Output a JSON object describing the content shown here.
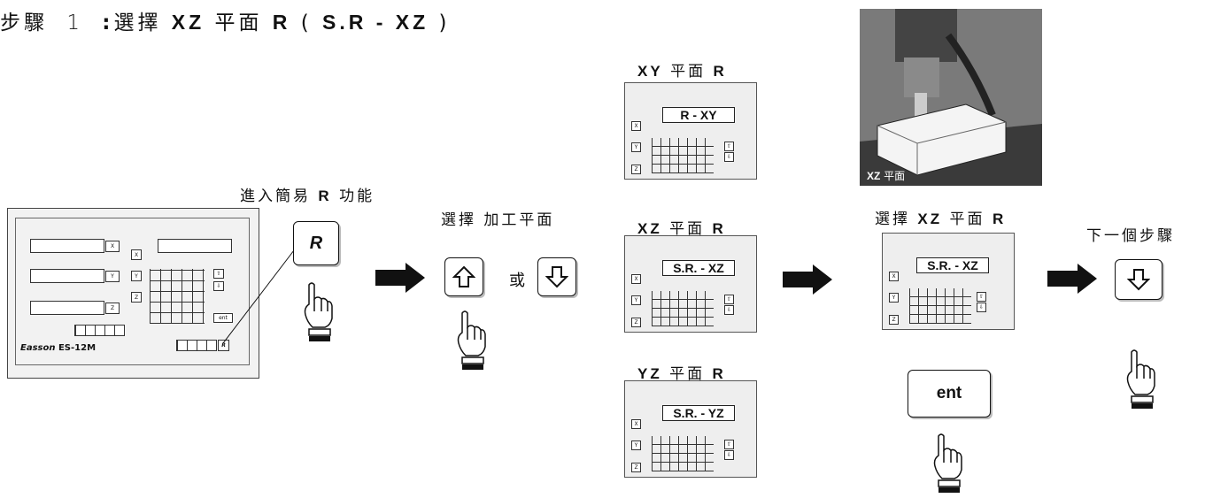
{
  "title": {
    "step": "步驟",
    "num": "1",
    "colon": ":",
    "action": "選擇",
    "plane": "XZ",
    "plane_word": "平面",
    "r": "R",
    "paren_open": "(",
    "code": "S.R - XZ",
    "paren_close": ")"
  },
  "step_enter": {
    "label_cn": "進入簡易",
    "label_r": "R",
    "label_cn2": "功能",
    "key_text": "R"
  },
  "step_select": {
    "label": "選擇  加工平面",
    "or": "或"
  },
  "planes": [
    {
      "label_axes": "XY",
      "label_word": "平面",
      "label_r": "R",
      "lcd": "R - XY"
    },
    {
      "label_axes": "XZ",
      "label_word": "平面",
      "label_r": "R",
      "lcd": "S.R. - XZ"
    },
    {
      "label_axes": "YZ",
      "label_word": "平面",
      "label_r": "R",
      "lcd": "S.R. - YZ"
    }
  ],
  "chosen": {
    "label_cn": "選擇",
    "label_axes": "XZ",
    "label_word": "平面",
    "label_r": "R",
    "lcd": "S.R. - XZ",
    "ent": "ent"
  },
  "next": {
    "label": "下一個步驟"
  },
  "photo": {
    "caption_axes": "XZ",
    "caption_word": "平面"
  },
  "dro": {
    "brand": "Easson",
    "model": "ES-12M"
  },
  "colors": {
    "panel": "#eeeeee",
    "ink": "#111111"
  }
}
